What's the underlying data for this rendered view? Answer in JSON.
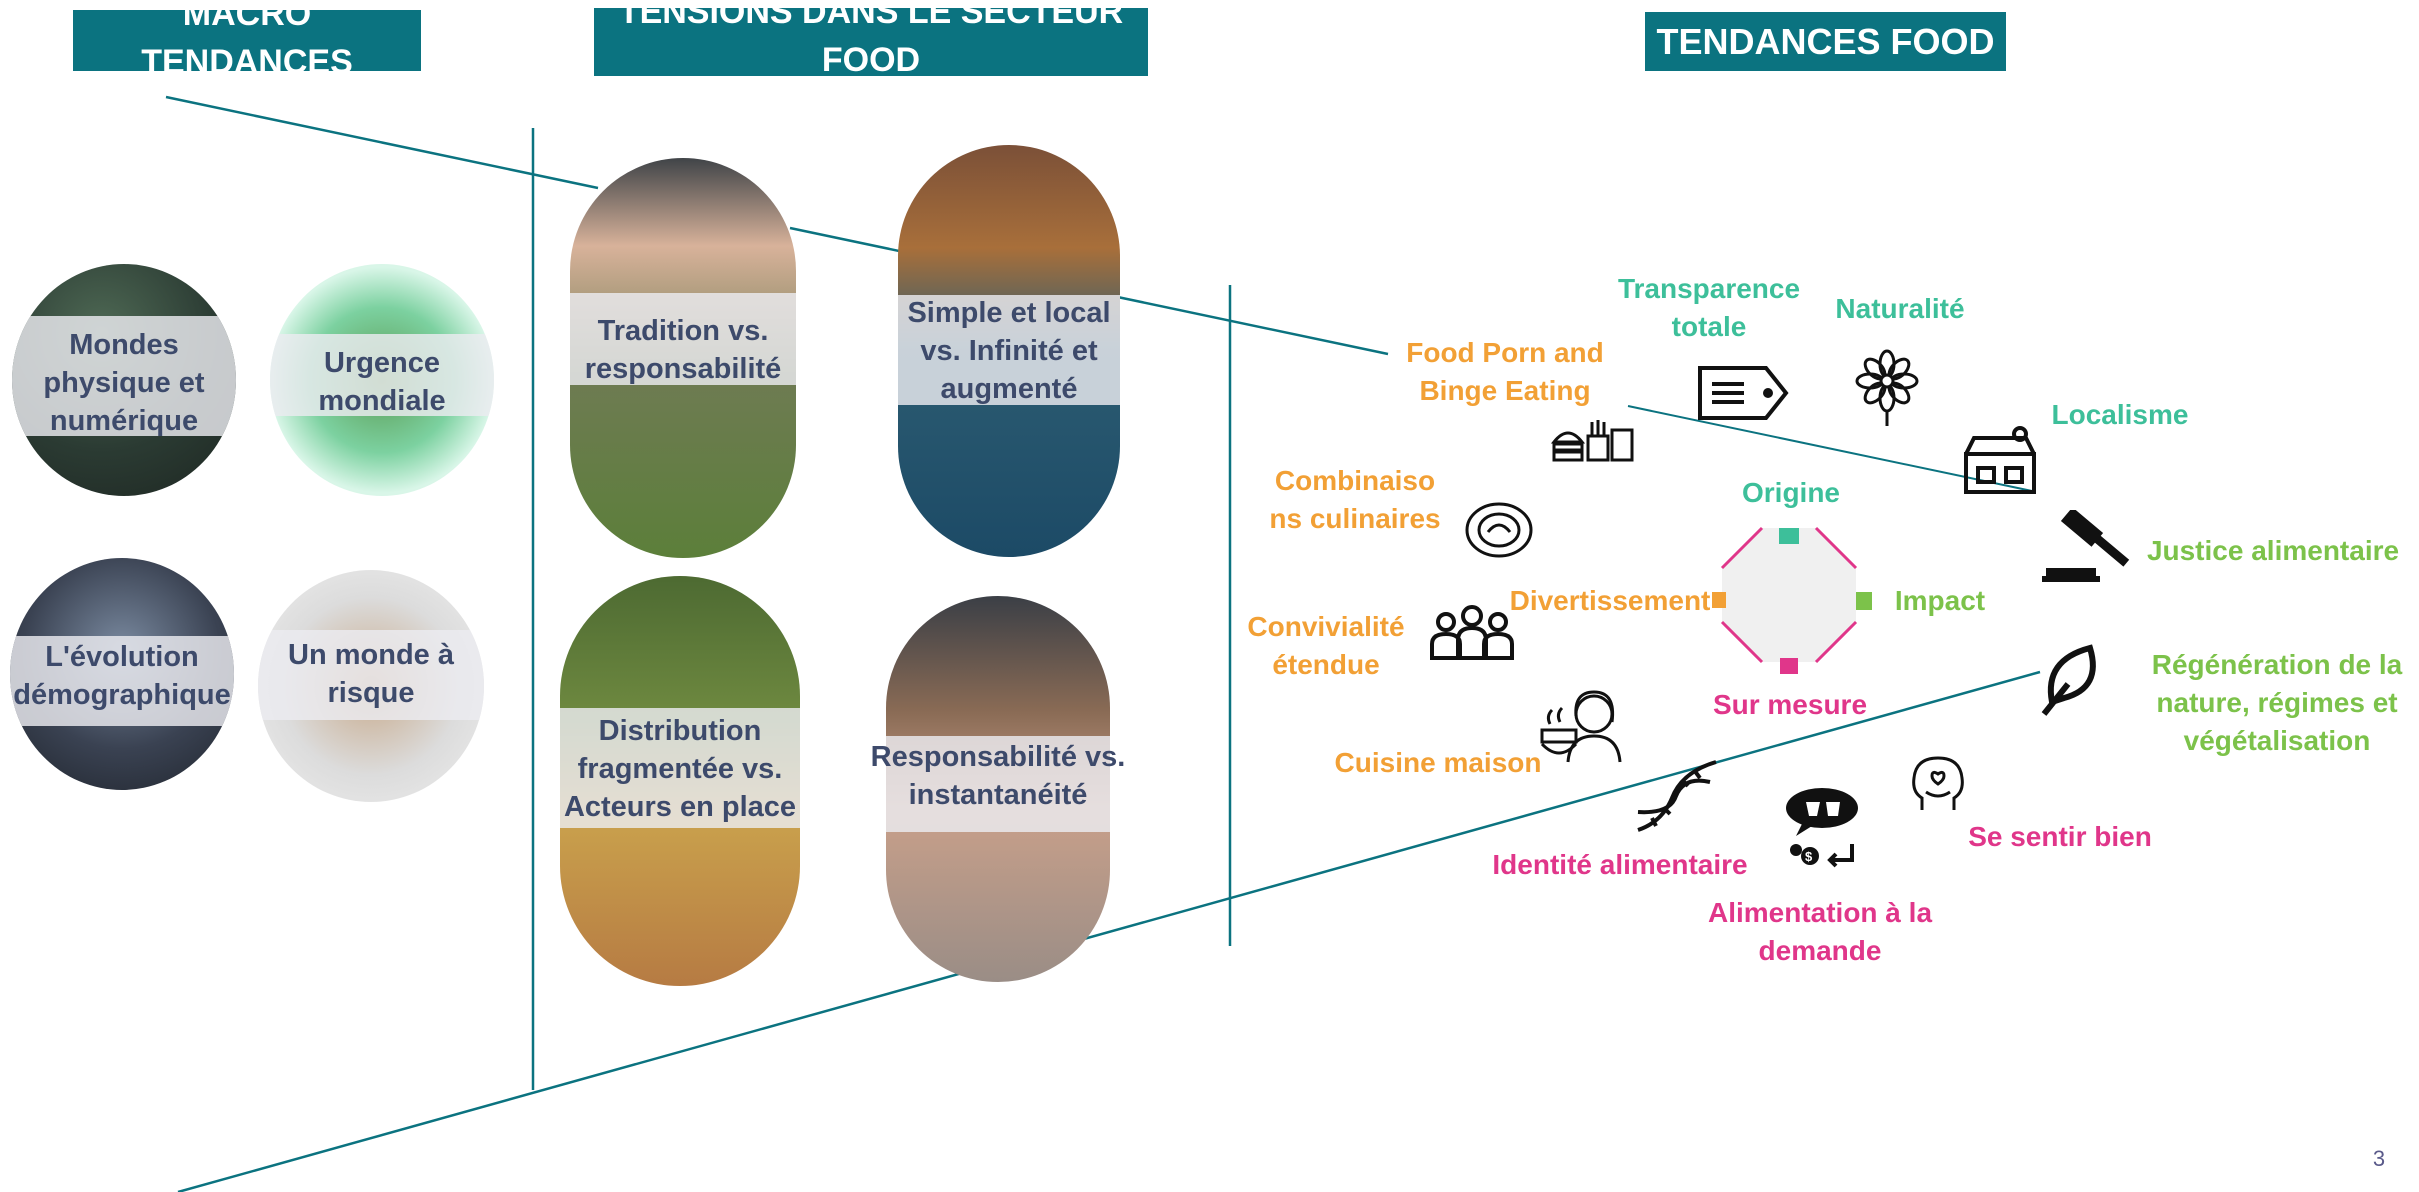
{
  "headers": {
    "macro": [
      "MACRO",
      "TENDANCES"
    ],
    "tensions": [
      "TENSIONS DANS LE SECTEUR",
      "FOOD"
    ],
    "food": "TENDANCES FOOD"
  },
  "macro_trends": [
    [
      "Mondes",
      "physique et",
      "numérique"
    ],
    [
      "Urgence",
      "mondiale"
    ],
    [
      "L'évolution",
      "démographique"
    ],
    [
      "Un monde à",
      "risque"
    ]
  ],
  "tensions": [
    [
      "Tradition vs.",
      "responsabilité"
    ],
    [
      "Simple et local",
      "vs. Infinité et",
      "augmenté"
    ],
    [
      "Distribution",
      "fragmentée vs.",
      "Acteurs en place"
    ],
    [
      "Responsabilité vs.",
      "instantanéité"
    ]
  ],
  "food_trends": {
    "food_porn": [
      "Food Porn and",
      "Binge Eating"
    ],
    "combinaisons": [
      "Combinaiso",
      "ns culinaires"
    ],
    "convivialite": [
      "Convivialité",
      "étendue"
    ],
    "cuisine_maison": "Cuisine maison",
    "divertissement": "Divertissement",
    "transparence": [
      "Transparence",
      "totale"
    ],
    "naturalite": "Naturalité",
    "localisme": "Localisme",
    "origine": "Origine",
    "impact": "Impact",
    "sur_mesure": "Sur mesure",
    "justice": "Justice alimentaire",
    "regeneration": [
      "Régénération de la",
      "nature, régimes et",
      "végétalisation"
    ],
    "identite": "Identité alimentaire",
    "alimentation": [
      "Alimentation à la",
      "demande"
    ],
    "se_sentir": "Se sentir bien"
  },
  "page_number": "3",
  "colors": {
    "header_bg": "#0b7380",
    "line": "#0b7380",
    "orange": "#f2a035",
    "teal": "#3dbf9a",
    "green": "#7cc24a",
    "pink": "#e0368a",
    "circle_text": "#3d4a6b"
  },
  "icons": [
    "burger-fries-icon",
    "price-tag-icon",
    "flower-icon",
    "market-stall-icon",
    "plate-icon",
    "group-people-icon",
    "judge-gavel-icon",
    "leaf-icon",
    "chef-woman-icon",
    "dna-icon",
    "food-delivery-icon",
    "happy-head-icon"
  ]
}
